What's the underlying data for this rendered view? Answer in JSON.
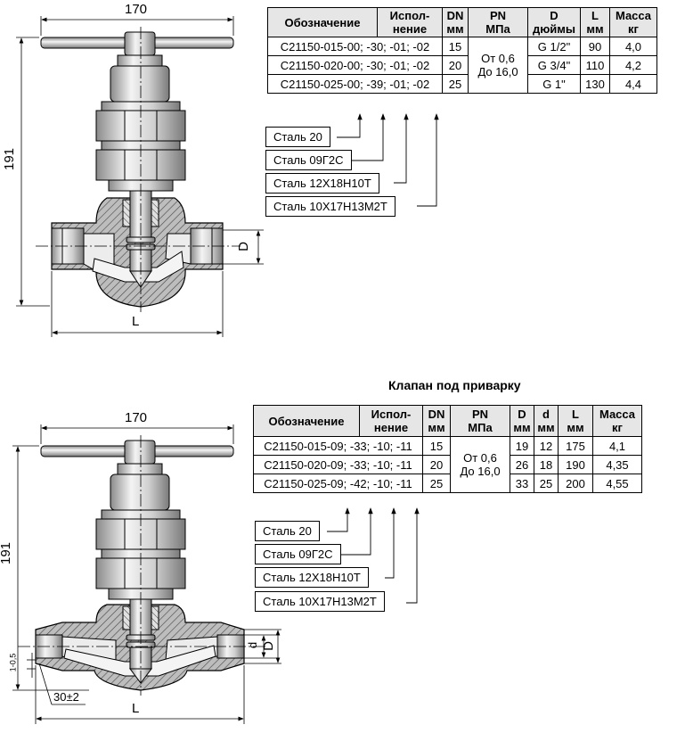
{
  "top": {
    "dim_width": "170",
    "dim_height": "191",
    "dim_L": "L",
    "dim_D": "D",
    "headers": [
      "Обозначение",
      "Испол-\nнение",
      "DN\nмм",
      "PN\nМПа",
      "D\nдюймы",
      "L\nмм",
      "Масса\nкг"
    ],
    "rows": [
      {
        "code": "С21150-015-00; -30; -01; -02",
        "dn": "15",
        "d": "G 1/2\"",
        "l": "90",
        "mass": "4,0"
      },
      {
        "code": "С21150-020-00; -30; -01; -02",
        "dn": "20",
        "d": "G 3/4\"",
        "l": "110",
        "mass": "4,2"
      },
      {
        "code": "С21150-025-00; -39; -01; -02",
        "dn": "25",
        "d": "G 1\"",
        "l": "130",
        "mass": "4,4"
      }
    ],
    "pn": "От 0,6\nДо 16,0",
    "materials": [
      "Сталь 20",
      "Сталь 09Г2С",
      "Сталь 12Х18Н10Т",
      "Сталь 10Х17Н13М2Т"
    ]
  },
  "bottom": {
    "title": "Клапан под приварку",
    "dim_width": "170",
    "dim_height": "191",
    "dim_L": "L",
    "dim_d": "d",
    "dim_D": "D",
    "dim_chamfer": "30±2",
    "dim_gap": "1-0,5",
    "headers": [
      "Обозначение",
      "Испол-\nнение",
      "DN\nмм",
      "PN\nМПа",
      "D\nмм",
      "d\nмм",
      "L\nмм",
      "Масса\nкг"
    ],
    "rows": [
      {
        "code": "С21150-015-09; -33; -10; -11",
        "dn": "15",
        "D": "19",
        "d": "12",
        "l": "175",
        "mass": "4,1"
      },
      {
        "code": "С21150-020-09; -33; -10; -11",
        "dn": "20",
        "D": "26",
        "d": "18",
        "l": "190",
        "mass": "4,35"
      },
      {
        "code": "С21150-025-09; -42; -10; -11",
        "dn": "25",
        "D": "33",
        "d": "25",
        "l": "200",
        "mass": "4,55"
      }
    ],
    "pn": "От 0,6\nДо 16,0",
    "materials": [
      "Сталь 20",
      "Сталь 09Г2С",
      "Сталь 12Х18Н10Т",
      "Сталь 10Х17Н13М2Т"
    ]
  }
}
